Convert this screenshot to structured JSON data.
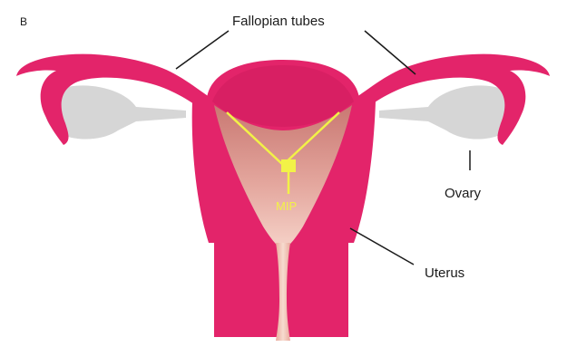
{
  "panel_letter": "B",
  "labels": {
    "fallopian_tubes": "Fallopian tubes",
    "ovary": "Ovary",
    "uterus": "Uterus",
    "mip": "MIP"
  },
  "colors": {
    "tissue": "#e3246a",
    "tissue_dark": "#c81c5a",
    "cavity": "#d98a84",
    "cavity_light": "#f3c7bd",
    "ovary": "#d6d6d6",
    "marker": "#f2f247",
    "leader_line": "#1a1a1a",
    "background": "#ffffff"
  }
}
